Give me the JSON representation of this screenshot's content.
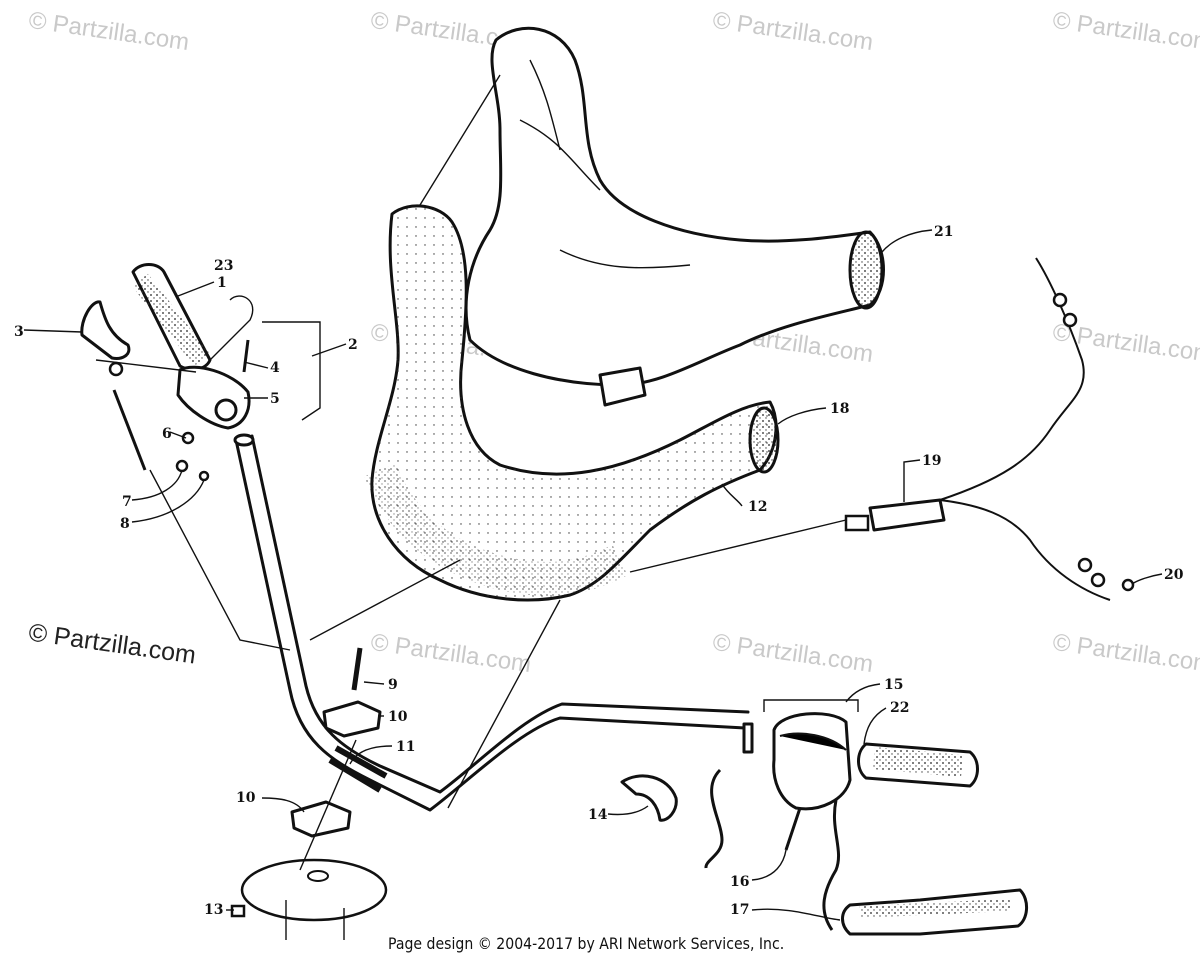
{
  "watermark": "© Partzilla.com",
  "footer": "Page design © 2004-2017 by ARI Network Services, Inc.",
  "callouts": [
    "1",
    "2",
    "3",
    "4",
    "5",
    "6",
    "7",
    "8",
    "9",
    "10",
    "10",
    "11",
    "12",
    "13",
    "14",
    "15",
    "16",
    "17",
    "18",
    "19",
    "20",
    "21",
    "22",
    "23"
  ]
}
